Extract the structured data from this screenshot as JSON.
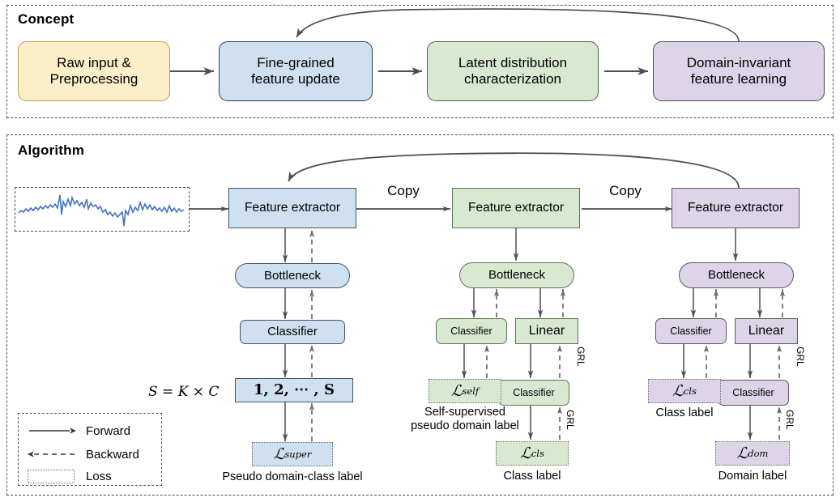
{
  "figure": {
    "panels": [
      {
        "title": "Concept"
      },
      {
        "title": "Algorithm"
      }
    ]
  },
  "concept": {
    "title": "Concept",
    "stages": [
      {
        "id": "raw-input",
        "label": "Raw input &\nPreprocessing",
        "color": "#fbeec9"
      },
      {
        "id": "fine-grained",
        "label": "Fine-grained\nfeature update",
        "color": "#cfe0f1"
      },
      {
        "id": "latent-dist",
        "label": "Latent distribution\ncharacterization",
        "color": "#d9e9d1"
      },
      {
        "id": "domain-invariant",
        "label": "Domain-invariant\nfeature learning",
        "color": "#ddd4e8"
      }
    ],
    "feedback_arrow": "from Domain-invariant feature learning back to Fine-grained feature update"
  },
  "algorithm": {
    "title": "Algorithm",
    "copy_labels": [
      "Copy",
      "Copy"
    ],
    "stage1": {
      "color": "#cfe0f1",
      "feature_extractor": "Feature extractor",
      "bottleneck": "Bottleneck",
      "classifier": "Classifier",
      "output_box": "1, 2, ⋯ , S",
      "formula": "S = K × C",
      "loss": {
        "symbol": "ℒ",
        "subscript": "super"
      },
      "loss_caption": "Pseudo domain-class label"
    },
    "stage2": {
      "color": "#d9e9d1",
      "feature_extractor": "Feature extractor",
      "bottleneck": "Bottleneck",
      "classifier_left": "Classifier",
      "linear": "Linear",
      "classifier_right": "Classifier",
      "loss_left": {
        "symbol": "ℒ",
        "subscript": "self"
      },
      "loss_left_caption": "Self-supervised\npseudo domain label",
      "loss_right": {
        "symbol": "ℒ",
        "subscript": "cls"
      },
      "loss_right_caption": "Class label",
      "grl_labels": [
        "GRL",
        "GRL"
      ]
    },
    "stage3": {
      "color": "#ddd4e8",
      "feature_extractor": "Feature extractor",
      "bottleneck": "Bottleneck",
      "classifier_left": "Classifier",
      "linear": "Linear",
      "classifier_right": "Classifier",
      "loss_left": {
        "symbol": "ℒ",
        "subscript": "cls"
      },
      "loss_left_caption": "Class label",
      "loss_right": {
        "symbol": "ℒ",
        "subscript": "dom"
      },
      "loss_right_caption": "Domain label",
      "grl_labels": [
        "GRL",
        "GRL"
      ]
    },
    "input_signal": {
      "name": "raw-signal-waveform",
      "color": "#4472c4"
    },
    "feedback_arrow": "from stage-3 Feature extractor back to stage-1 Feature extractor"
  },
  "legend": {
    "items": [
      {
        "id": "forward",
        "label": "Forward",
        "style": "solid-arrow"
      },
      {
        "id": "backward",
        "label": "Backward",
        "style": "dashed-arrow"
      },
      {
        "id": "loss",
        "label": "Loss",
        "style": "dotted-box"
      }
    ]
  },
  "colors": {
    "yellow": "#fbeec9",
    "blue": "#cfe0f1",
    "green": "#d9e9d1",
    "purple": "#ddd4e8",
    "line": "#4d4d4d",
    "signal": "#4472c4"
  }
}
